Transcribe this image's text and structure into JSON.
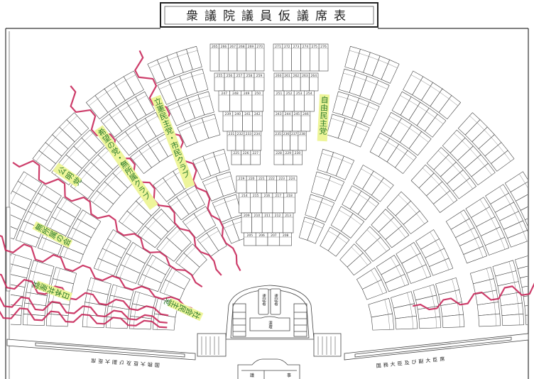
{
  "title": "衆議院議員仮議席表",
  "colors": {
    "party_line": "#c8285a",
    "label_highlight": "#eef59a",
    "label_text": "#2a7a2a"
  },
  "party_labels": [
    {
      "text": "立憲民主党・市民クラブ"
    },
    {
      "text": "希望の党・無所属クラブ"
    },
    {
      "text": "公明党"
    },
    {
      "text": "無所属の会"
    },
    {
      "text": "日本共産党"
    },
    {
      "text": "社会民主党"
    },
    {
      "text": "自由民主党"
    }
  ],
  "center_blocks": {
    "top_left": [
      265,
      266,
      267,
      268,
      269,
      270
    ],
    "top_right": [
      271,
      272,
      273,
      274,
      275,
      276
    ],
    "mid_left": [
      [
        255,
        256,
        257,
        258,
        259
      ],
      [
        247,
        248,
        249,
        250
      ],
      [
        239,
        240,
        241,
        242
      ],
      [
        231,
        232,
        233,
        234
      ],
      [
        225,
        226,
        227
      ]
    ],
    "mid_right": [
      [
        260,
        261,
        262,
        263,
        264
      ],
      [
        251,
        252,
        253,
        254
      ],
      [
        243,
        244,
        245,
        246
      ],
      [
        235,
        236,
        237,
        238
      ],
      [
        228,
        229,
        230
      ]
    ],
    "lower": [
      [
        219,
        220,
        221,
        222,
        223,
        224
      ],
      [
        214,
        215,
        216,
        217,
        218
      ],
      [
        209,
        210,
        211,
        212,
        213
      ],
      [
        205,
        206,
        207,
        208
      ]
    ]
  },
  "podium": {
    "stenographer_1": "速記者",
    "stenographer_2": "速記者",
    "rostrum": "演壇",
    "bottom_left": "議",
    "bottom_right": "事"
  },
  "benches": {
    "left": "国務大臣及び副大臣席",
    "right": "国務大臣及び副大臣席"
  }
}
